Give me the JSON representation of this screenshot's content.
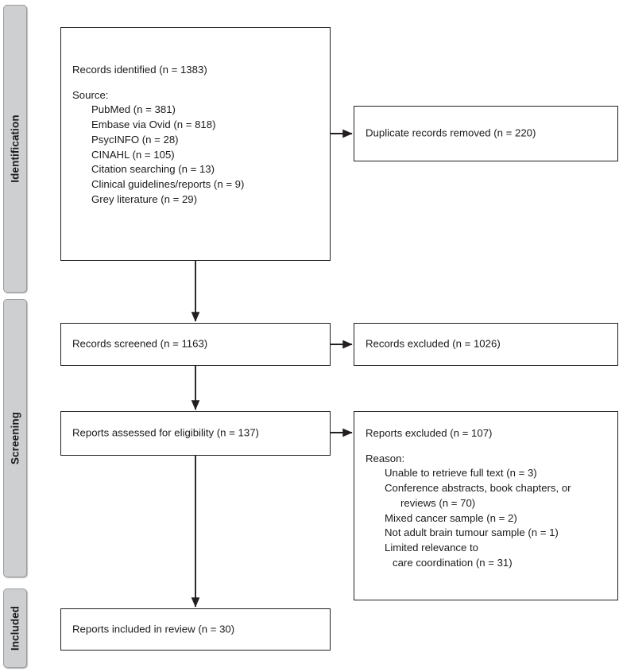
{
  "diagram": {
    "type": "prisma-flow-diagram",
    "stages": [
      {
        "id": "identification",
        "label": "Identification"
      },
      {
        "id": "screening",
        "label": "Screening"
      },
      {
        "id": "included",
        "label": "Included"
      }
    ]
  },
  "boxes": {
    "records_identified": {
      "heading": "Records identified (n = 1383)",
      "source_label": "Source:",
      "sources": [
        "PubMed (n = 381)",
        "Embase via Ovid (n = 818)",
        "PsycINFO (n = 28)",
        "CINAHL (n = 105)",
        "Citation searching (n = 13)",
        "Clinical guidelines/reports (n = 9)",
        "Grey literature (n = 29)"
      ]
    },
    "duplicates_removed": {
      "text": "Duplicate records removed (n = 220)"
    },
    "records_screened": {
      "text": "Records screened (n = 1163)"
    },
    "records_excluded": {
      "text": "Records excluded (n = 1026)"
    },
    "reports_assessed": {
      "text": "Reports assessed for eligibility (n = 137)"
    },
    "reports_excluded": {
      "heading": "Reports excluded (n = 107)",
      "reason_label": "Reason:",
      "reasons": [
        "Unable to retrieve full text (n = 3)",
        "Conference abstracts, book chapters, or",
        "reviews (n = 70)",
        "Mixed cancer sample (n = 2)",
        "Not adult brain tumour sample (n = 1)",
        "Limited relevance to",
        "care coordination (n = 31)"
      ]
    },
    "reports_included": {
      "text": "Reports included in review (n = 30)"
    }
  },
  "chart_data": {
    "type": "diagram",
    "title": "PRISMA flow diagram",
    "nodes": [
      {
        "id": "records_identified",
        "stage": "Identification",
        "count": 1383,
        "label": "Records identified"
      },
      {
        "id": "duplicates_removed",
        "stage": "Identification",
        "count": 220,
        "label": "Duplicate records removed"
      },
      {
        "id": "records_screened",
        "stage": "Screening",
        "count": 1163,
        "label": "Records screened"
      },
      {
        "id": "records_excluded",
        "stage": "Screening",
        "count": 1026,
        "label": "Records excluded"
      },
      {
        "id": "reports_assessed",
        "stage": "Screening",
        "count": 137,
        "label": "Reports assessed for eligibility"
      },
      {
        "id": "reports_excluded",
        "stage": "Screening",
        "count": 107,
        "label": "Reports excluded"
      },
      {
        "id": "reports_included",
        "stage": "Included",
        "count": 30,
        "label": "Reports included in review"
      }
    ],
    "sources": [
      {
        "name": "PubMed",
        "count": 381
      },
      {
        "name": "Embase via Ovid",
        "count": 818
      },
      {
        "name": "PsycINFO",
        "count": 28
      },
      {
        "name": "CINAHL",
        "count": 105
      },
      {
        "name": "Citation searching",
        "count": 13
      },
      {
        "name": "Clinical guidelines/reports",
        "count": 9
      },
      {
        "name": "Grey literature",
        "count": 29
      }
    ],
    "exclusion_reasons": [
      {
        "reason": "Unable to retrieve full text",
        "count": 3
      },
      {
        "reason": "Conference abstracts, book chapters, or reviews",
        "count": 70
      },
      {
        "reason": "Mixed cancer sample",
        "count": 2
      },
      {
        "reason": "Not adult brain tumour sample",
        "count": 1
      },
      {
        "reason": "Limited relevance to care coordination",
        "count": 31
      }
    ],
    "edges": [
      {
        "from": "records_identified",
        "to": "duplicates_removed",
        "direction": "right"
      },
      {
        "from": "records_identified",
        "to": "records_screened",
        "direction": "down"
      },
      {
        "from": "records_screened",
        "to": "records_excluded",
        "direction": "right"
      },
      {
        "from": "records_screened",
        "to": "reports_assessed",
        "direction": "down"
      },
      {
        "from": "reports_assessed",
        "to": "reports_excluded",
        "direction": "right"
      },
      {
        "from": "reports_assessed",
        "to": "reports_included",
        "direction": "down"
      }
    ]
  },
  "colors": {
    "stage_tab_fill": "#cdcfd1",
    "stage_tab_border": "#9a9c9e",
    "box_border": "#231f20",
    "text": "#1b1b1b",
    "background": "#ffffff"
  }
}
